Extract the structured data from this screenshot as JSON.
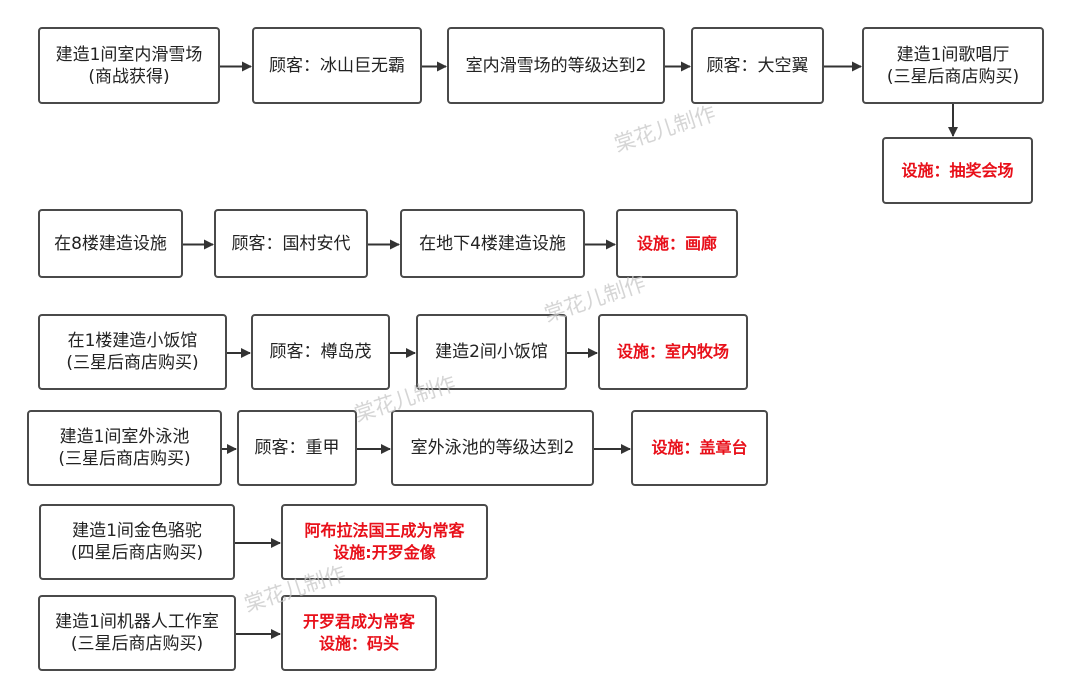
{
  "watermark": "棠花儿制作",
  "colors": {
    "result": "#e8101a",
    "border": "#4a4a4a",
    "arrow": "#333333"
  },
  "rows": [
    {
      "id": "row1",
      "nodes": [
        {
          "lines": [
            "建造1间室内滑雪场",
            "(商战获得)"
          ],
          "result": false
        },
        {
          "lines": [
            "顾客：冰山巨无霸"
          ],
          "result": false
        },
        {
          "lines": [
            "室内滑雪场的等级达到2"
          ],
          "result": false
        },
        {
          "lines": [
            "顾客：大空翼"
          ],
          "result": false
        },
        {
          "lines": [
            "建造1间歌唱厅",
            "(三星后商店购买)"
          ],
          "result": false
        }
      ],
      "branch": {
        "lines": [
          "设施：抽奖会场"
        ],
        "result": true
      }
    },
    {
      "id": "row2",
      "nodes": [
        {
          "lines": [
            "在8楼建造设施"
          ],
          "result": false
        },
        {
          "lines": [
            "顾客：国村安代"
          ],
          "result": false
        },
        {
          "lines": [
            "在地下4楼建造设施"
          ],
          "result": false
        },
        {
          "lines": [
            "设施：画廊"
          ],
          "result": true
        }
      ]
    },
    {
      "id": "row3",
      "nodes": [
        {
          "lines": [
            "在1楼建造小饭馆",
            "(三星后商店购买)"
          ],
          "result": false
        },
        {
          "lines": [
            "顾客：樽岛茂"
          ],
          "result": false
        },
        {
          "lines": [
            "建造2间小饭馆"
          ],
          "result": false
        },
        {
          "lines": [
            "设施：室内牧场"
          ],
          "result": true
        }
      ]
    },
    {
      "id": "row4",
      "nodes": [
        {
          "lines": [
            "建造1间室外泳池",
            "(三星后商店购买)"
          ],
          "result": false
        },
        {
          "lines": [
            "顾客：重甲"
          ],
          "result": false
        },
        {
          "lines": [
            "室外泳池的等级达到2"
          ],
          "result": false
        },
        {
          "lines": [
            "设施：盖章台"
          ],
          "result": true
        }
      ]
    },
    {
      "id": "row5",
      "nodes": [
        {
          "lines": [
            "建造1间金色骆驼",
            "(四星后商店购买)"
          ],
          "result": false
        },
        {
          "lines": [
            "阿布拉法国王成为常客",
            "设施:开罗金像"
          ],
          "result": true
        }
      ]
    },
    {
      "id": "row6",
      "nodes": [
        {
          "lines": [
            "建造1间机器人工作室",
            "(三星后商店购买)"
          ],
          "result": false
        },
        {
          "lines": [
            "开罗君成为常客",
            "设施：码头"
          ],
          "result": true
        }
      ]
    }
  ]
}
